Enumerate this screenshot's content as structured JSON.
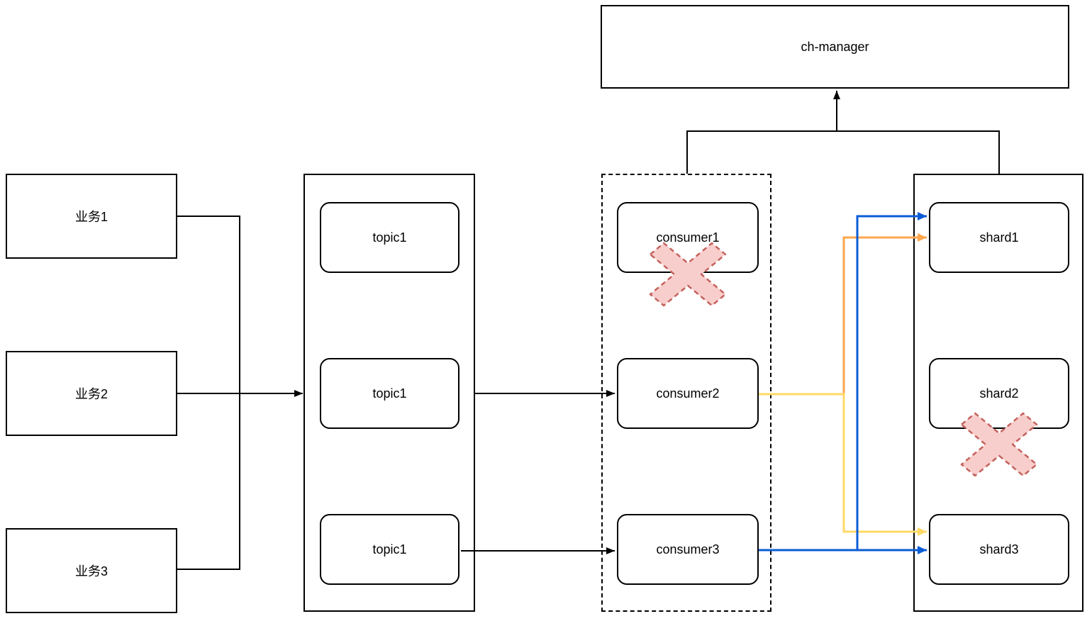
{
  "diagram": {
    "manager": {
      "label": "ch-manager"
    },
    "business_nodes": [
      {
        "label": "业务1"
      },
      {
        "label": "业务2"
      },
      {
        "label": "业务3"
      }
    ],
    "topic_nodes": [
      {
        "label": "topic1"
      },
      {
        "label": "topic1"
      },
      {
        "label": "topic1"
      }
    ],
    "consumer_nodes": [
      {
        "label": "consumer1",
        "failed": true
      },
      {
        "label": "consumer2",
        "failed": false
      },
      {
        "label": "consumer3",
        "failed": false
      }
    ],
    "shard_nodes": [
      {
        "label": "shard1",
        "failed": false
      },
      {
        "label": "shard2",
        "failed": true
      },
      {
        "label": "shard3",
        "failed": false
      }
    ],
    "failed_nodes": [
      "consumer1",
      "shard2"
    ],
    "edges": [
      {
        "from": "业务1",
        "to": "topic-group",
        "color": "black"
      },
      {
        "from": "业务2",
        "to": "topic-group",
        "color": "black"
      },
      {
        "from": "业务3",
        "to": "topic-group",
        "color": "black"
      },
      {
        "from": "topic1-middle",
        "to": "consumer2",
        "color": "black"
      },
      {
        "from": "topic1-bottom",
        "to": "consumer3",
        "color": "black"
      },
      {
        "from": "consumer-group + shard-group",
        "to": "ch-manager",
        "color": "black"
      },
      {
        "from": "consumer2",
        "to": "shard1",
        "color": "orange"
      },
      {
        "from": "consumer2",
        "to": "shard3",
        "color": "yellow"
      },
      {
        "from": "consumer3",
        "to": "shard1",
        "color": "blue"
      },
      {
        "from": "consumer3",
        "to": "shard3",
        "color": "blue"
      }
    ]
  },
  "colors": {
    "black": "#000000",
    "blue": "#0B5CD6",
    "orange": "#FFA64D",
    "yellow": "#FFD966",
    "x_fill": "#F8CECC",
    "x_stroke": "#C4625D"
  }
}
